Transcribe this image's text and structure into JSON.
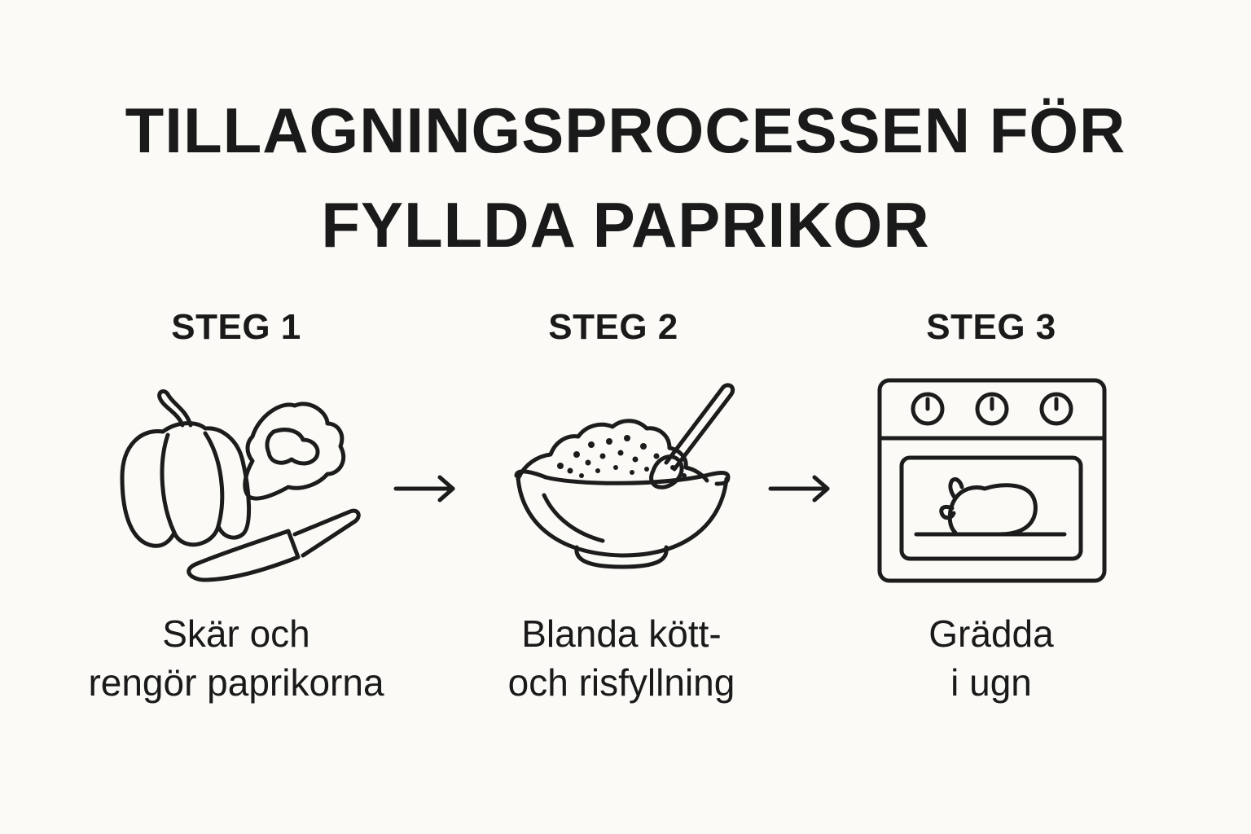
{
  "title": {
    "line1": "TILLAGNINGSPROCESSEN FÖR",
    "line2": "FYLLDA PAPRIKOR"
  },
  "steps": [
    {
      "label": "STEG 1",
      "caption_line1": "Skär och",
      "caption_line2": "rengör paprikorna",
      "icon": "pepper-knife-icon"
    },
    {
      "label": "STEG 2",
      "caption_line1": "Blanda kött-",
      "caption_line2": "och risfyllning",
      "icon": "bowl-spoon-icon"
    },
    {
      "label": "STEG 3",
      "caption_line1": "Grädda",
      "caption_line2": "i ugn",
      "icon": "oven-icon"
    }
  ],
  "colors": {
    "background": "#fbfaf7",
    "ink": "#1c1c1c"
  }
}
